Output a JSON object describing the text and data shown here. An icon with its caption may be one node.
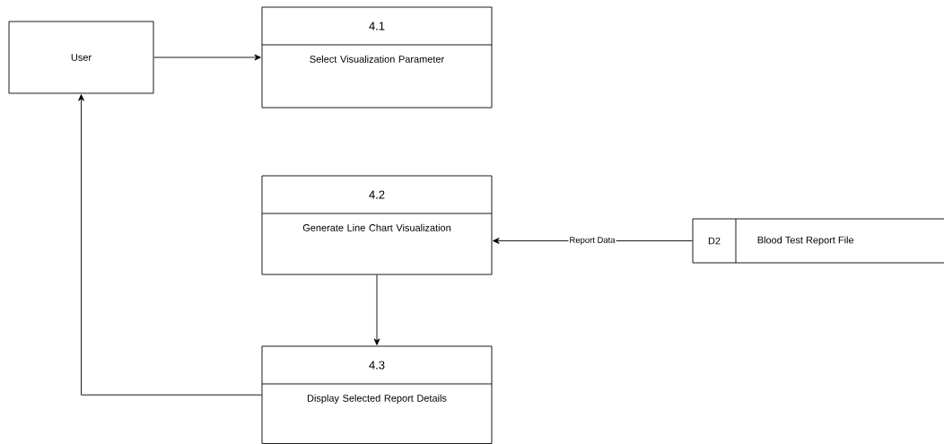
{
  "diagram": {
    "nodes": [
      {
        "text": [
          "User"
        ]
      },
      {
        "text": [
          "4.1",
          "Select Visualization Parameter"
        ]
      },
      {
        "text": [
          "4.2",
          "Generate Line Chart Visualization"
        ]
      },
      {
        "text": [
          "4.3",
          "Display Selected Report Details"
        ]
      },
      {
        "text": [
          "D2",
          "Blood Test Report File"
        ]
      }
    ],
    "edges": [
      {
        "from": 0,
        "to": 1,
        "arrow": "to"
      },
      {
        "from": 4,
        "to": 2,
        "arrow": "to",
        "label": "Report Data"
      },
      {
        "from": 2,
        "to": 3,
        "arrow": "to"
      },
      {
        "from": 3,
        "to": 0,
        "arrow": "to"
      }
    ]
  }
}
